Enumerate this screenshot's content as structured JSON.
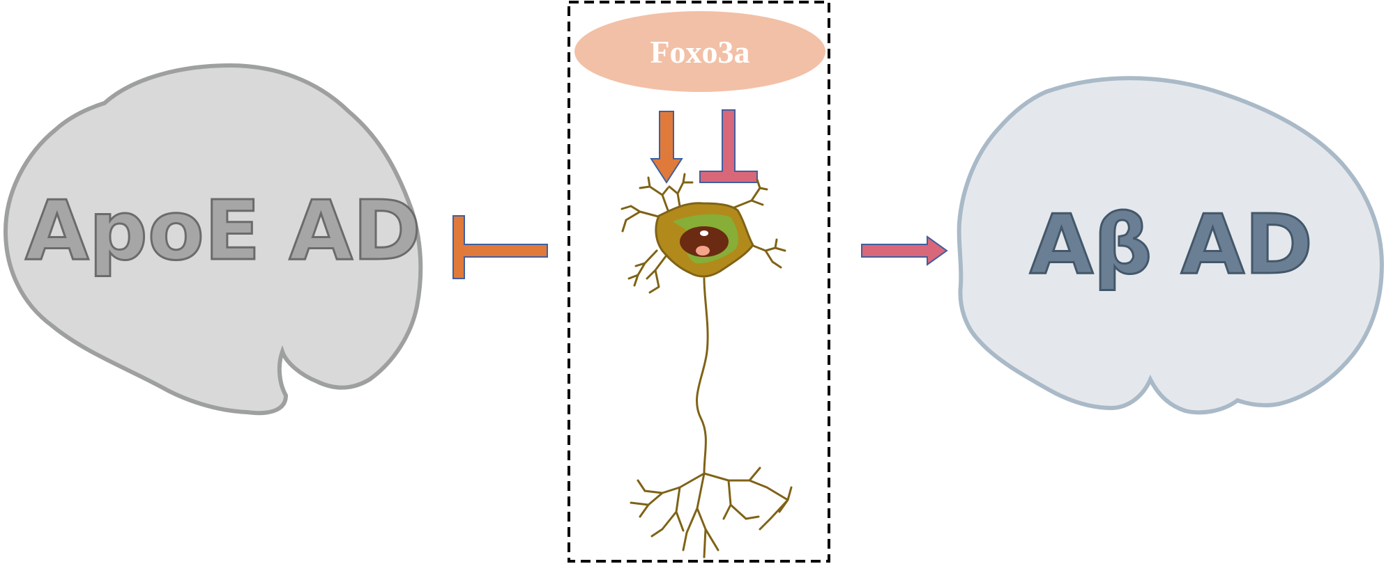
{
  "diagram": {
    "left_brain": {
      "label": "ApoE AD",
      "fill_color": "#d9d9d9",
      "stroke_color": "#9ea0a0",
      "text_color": "#a6a6a6",
      "text_stroke_color": "#6b6b6b"
    },
    "right_brain": {
      "label": "Aβ AD",
      "fill_color": "#e4e8ec",
      "stroke_color": "#a9b9c7",
      "text_color": "#6a7f93",
      "text_stroke_color": "#44576a"
    },
    "center": {
      "box_style": "dashed",
      "protein_label": "Foxo3a",
      "protein_fill_color": "#f2c0a6",
      "protein_text_color": "#ffffff",
      "neuron_color": "#7f6216",
      "neuron_body_fill": "#b28a1b",
      "neuron_body_highlight": "#7fb43c",
      "nucleus_color": "#6b2a12",
      "nucleolus_color": "#f4a48a"
    },
    "arrows": {
      "orange_color": "#e07a3a",
      "pink_color": "#d9677a",
      "outline_color": "#3f5f9f"
    },
    "relations": [
      {
        "from": "Foxo3a",
        "to": "neuron",
        "type": "activation",
        "color": "orange"
      },
      {
        "from": "Foxo3a",
        "to": "neuron",
        "type": "inhibition",
        "color": "pink"
      },
      {
        "from": "neuron",
        "to": "ApoE AD",
        "type": "inhibition",
        "color": "orange"
      },
      {
        "from": "neuron",
        "to": "Aβ AD",
        "type": "activation",
        "color": "pink"
      }
    ]
  }
}
